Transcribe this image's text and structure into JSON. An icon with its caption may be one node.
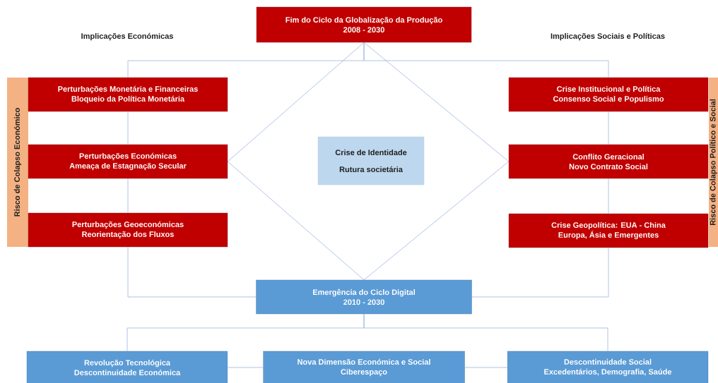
{
  "diagram": {
    "nodes": [
      {
        "text": [
          "Fim do Ciclo da Globalização da Produção",
          "2008 - 2030"
        ]
      },
      {
        "text": [
          "Risco de Colapso Económico"
        ]
      },
      {
        "text": [
          "Perturbações Monetária e Financeiras",
          "Bloqueio da Política Monetária"
        ]
      },
      {
        "text": [
          "Perturbações Económicas",
          "Ameaça de Estagnação Secular"
        ]
      },
      {
        "text": [
          "Perturbações Geoeconómicas",
          "Reorientação dos Fluxos"
        ]
      },
      {
        "text": [
          "Crise de Identidade",
          "Rutura societária"
        ]
      },
      {
        "text": [
          "Crise Institucional e Política",
          "Consenso Social e Populismo"
        ]
      },
      {
        "text": [
          "Conflito Geracional",
          "Novo Contrato Social"
        ]
      },
      {
        "text": [
          "Crise Geopolítica: EUA - China",
          "Europa, Ásia e Emergentes"
        ]
      },
      {
        "text": [
          "Risco de Colapso Político e Social"
        ]
      },
      {
        "text": [
          "Emergência do Ciclo Digital",
          "2010 - 2030"
        ]
      },
      {
        "text": [
          "Revolução Tecnológica",
          "Descontinuidade Económica"
        ]
      },
      {
        "text": [
          "Nova Dimensão Económica e Social",
          "Ciberespaço"
        ]
      },
      {
        "text": [
          "Descontinuidade Social",
          "Excedentários, Demografia, Saúde"
        ]
      }
    ],
    "edges": [
      {
        "from": 0,
        "to": 2,
        "arrow": "none"
      },
      {
        "from": 0,
        "to": 6,
        "arrow": "none"
      },
      {
        "from": 2,
        "to": 3,
        "arrow": "none"
      },
      {
        "from": 3,
        "to": 4,
        "arrow": "none"
      },
      {
        "from": 4,
        "to": 10,
        "arrow": "none"
      },
      {
        "from": 6,
        "to": 7,
        "arrow": "none"
      },
      {
        "from": 7,
        "to": 8,
        "arrow": "none"
      },
      {
        "from": 8,
        "to": 10,
        "arrow": "none"
      },
      {
        "from": 0,
        "to": 3,
        "arrow": "none"
      },
      {
        "from": 3,
        "to": 10,
        "arrow": "none"
      },
      {
        "from": 0,
        "to": 7,
        "arrow": "none"
      },
      {
        "from": 7,
        "to": 10,
        "arrow": "none"
      },
      {
        "from": 10,
        "to": 11,
        "arrow": "none"
      },
      {
        "from": 10,
        "to": 13,
        "arrow": "none"
      },
      {
        "from": 11,
        "to": 12,
        "arrow": "none"
      },
      {
        "from": 12,
        "to": 13,
        "arrow": "none"
      }
    ],
    "labels": [
      "Implicações Económicas",
      "Implicações Sociais e Políticas"
    ]
  }
}
